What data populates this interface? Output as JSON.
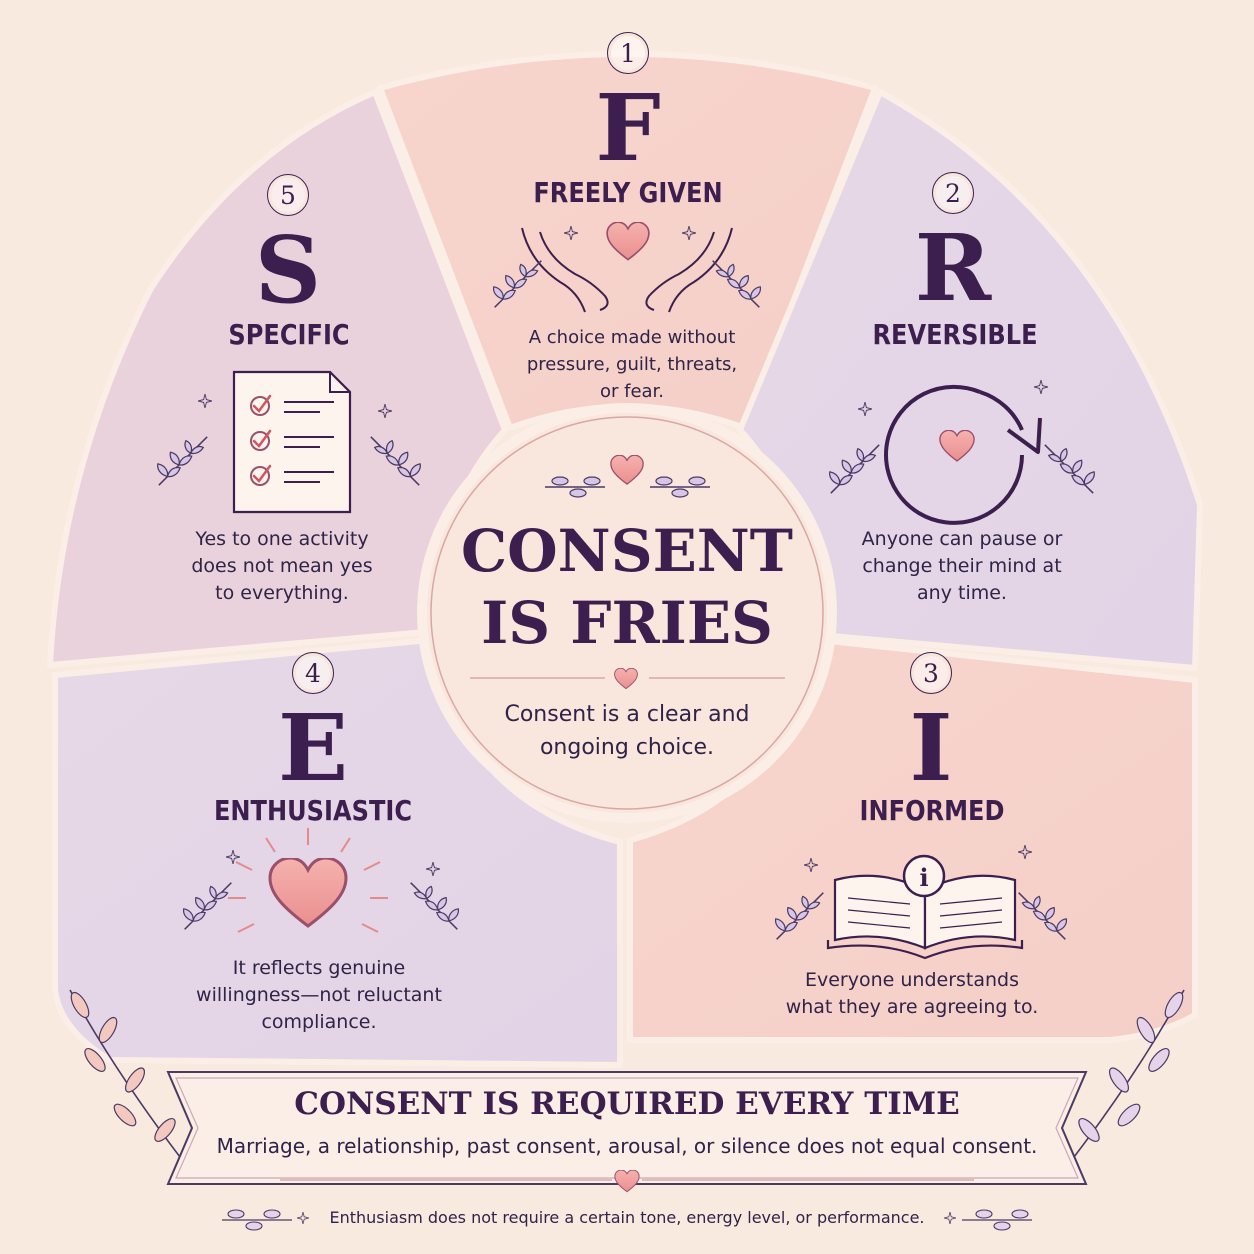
{
  "center": {
    "title_line1": "CONSENT",
    "title_line2": "IS FRIES",
    "subtitle_line1": "Consent is a clear and",
    "subtitle_line2": "ongoing choice."
  },
  "segments": [
    {
      "number": "1",
      "letter": "F",
      "title": "FREELY GIVEN",
      "lines": [
        "A choice made without",
        "pressure, guilt, threats,",
        "or fear."
      ],
      "icon": "hands-holding-heart-icon"
    },
    {
      "number": "2",
      "letter": "R",
      "title": "REVERSIBLE",
      "lines": [
        "Anyone can pause or",
        "change their mind at",
        "any time."
      ],
      "icon": "circular-arrow-heart-icon"
    },
    {
      "number": "3",
      "letter": "I",
      "title": "INFORMED",
      "lines": [
        "Everyone understands",
        "what they are agreeing to."
      ],
      "icon": "open-book-info-icon"
    },
    {
      "number": "4",
      "letter": "E",
      "title": "ENTHUSIASTIC",
      "lines": [
        "It reflects genuine",
        "willingness—not reluctant",
        "compliance."
      ],
      "icon": "radiant-heart-icon"
    },
    {
      "number": "5",
      "letter": "S",
      "title": "SPECIFIC",
      "lines": [
        "Yes to one activity",
        "does not mean yes",
        "to everything."
      ],
      "icon": "checklist-icon"
    }
  ],
  "banner": {
    "title": "CONSENT IS REQUIRED EVERY TIME",
    "subtitle": "Marriage, a relationship, past consent, arousal, or silence does not equal consent."
  },
  "footnote": "Enthusiasm does not require a certain tone, energy level, or performance.",
  "colors": {
    "background": "#f8eadf",
    "pink_segment": "#f6d3cb",
    "lavender_segment": "#e5d6e4",
    "text_dark": "#3c1f4e",
    "heart": "#ee9c9a"
  }
}
